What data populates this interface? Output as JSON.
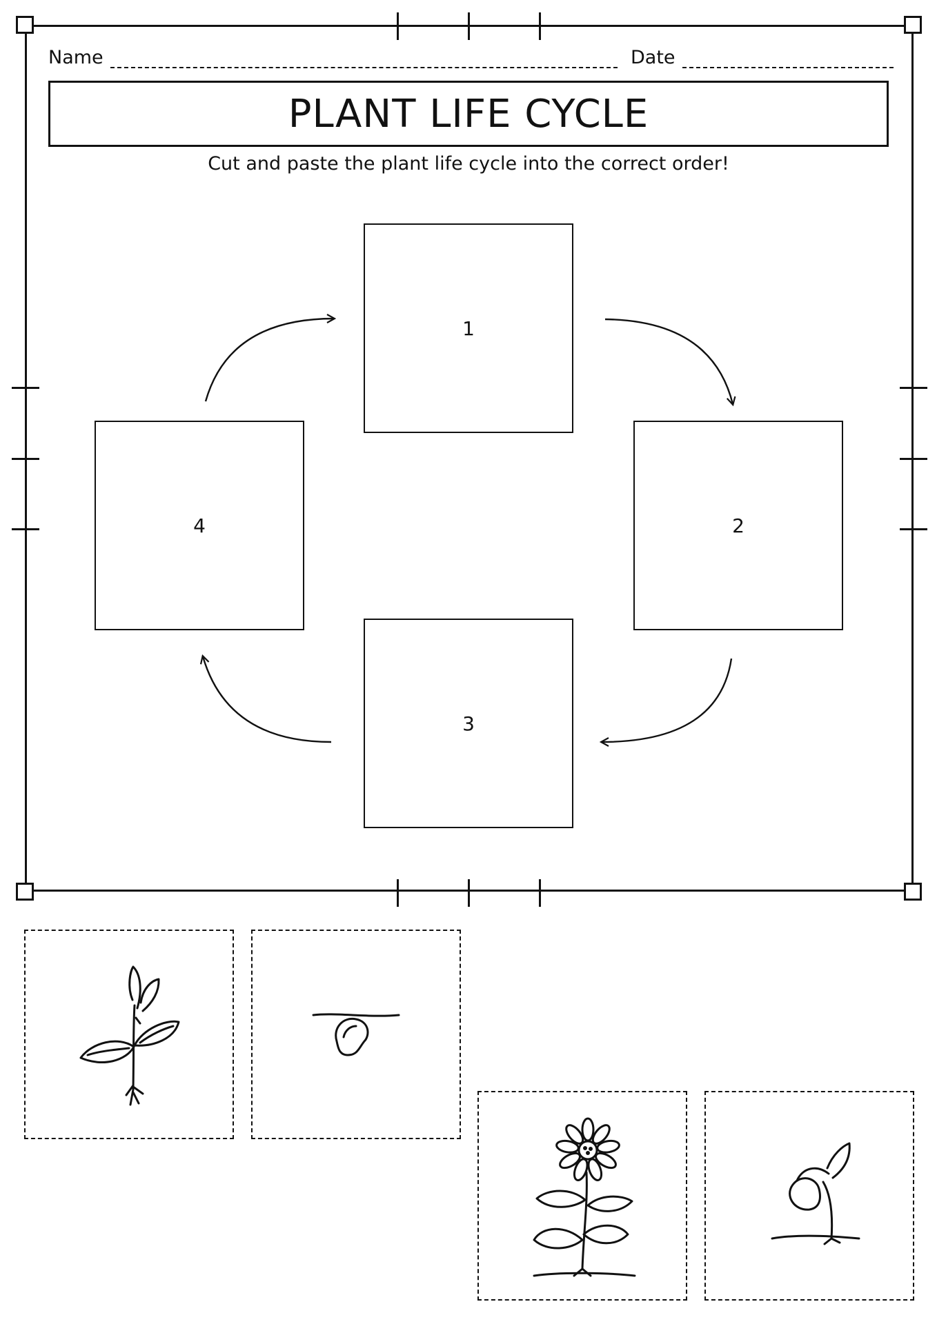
{
  "worksheet": {
    "name_label": "Name",
    "date_label": "Date",
    "title": "PLANT LIFE CYCLE",
    "instruction": "Cut and paste the plant life cycle into the correct order!"
  },
  "slots": [
    {
      "number": "1"
    },
    {
      "number": "2"
    },
    {
      "number": "3"
    },
    {
      "number": "4"
    }
  ],
  "cutouts": [
    {
      "icon": "seedling-icon"
    },
    {
      "icon": "seed-icon"
    },
    {
      "icon": "flowering-plant-icon"
    },
    {
      "icon": "sprouting-seed-icon"
    }
  ],
  "colors": {
    "ink": "#111111",
    "paper": "#ffffff"
  }
}
